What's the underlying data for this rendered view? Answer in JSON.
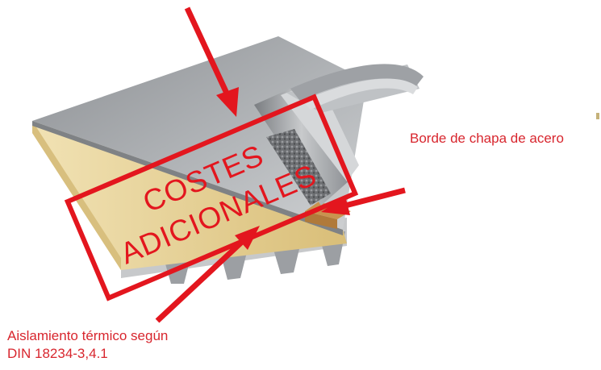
{
  "labels": {
    "steel_edge": "Borde de chapa de acero",
    "insulation_line1": "Aislamiento térmico según",
    "insulation_line2": "DIN 18234-3,4.1"
  },
  "stamp": {
    "line1": "COSTES",
    "line2": "ADICIONALES"
  },
  "colors": {
    "accent_red": "#e3161e",
    "label_red": "#d8262e",
    "roof_grey": "#a9acaf",
    "insulation_yellow": "#e8d29a",
    "timber_brown": "#b07a3a"
  },
  "icons": {
    "arrows": "red-arrow-icon"
  }
}
